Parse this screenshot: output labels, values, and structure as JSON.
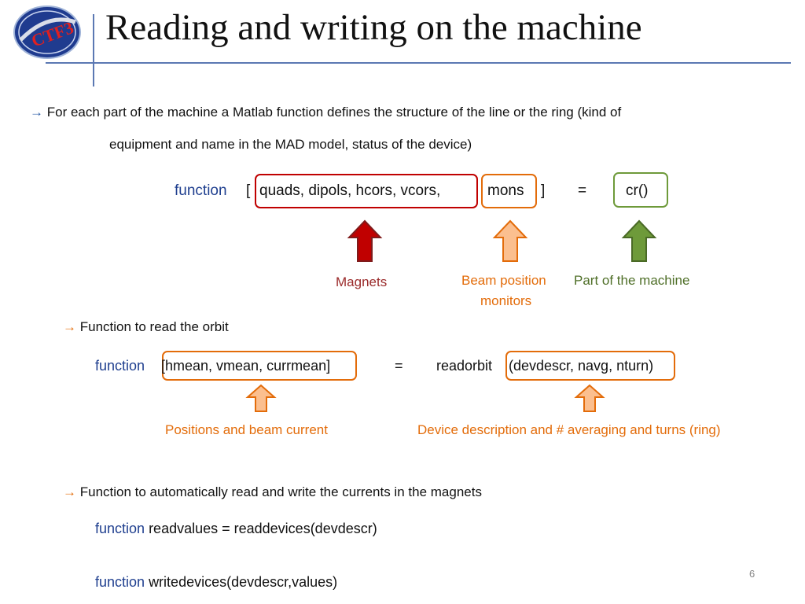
{
  "title": "Reading and writing on the machine",
  "colors": {
    "accent_blue": "#2f5fa8",
    "keyword_blue": "#1f3f8f",
    "red": "#c00000",
    "orange": "#e36c0a",
    "green": "#6e9a3a"
  },
  "logo": {
    "icon": "ctf3-logo-icon",
    "text": "CTF3"
  },
  "intro": {
    "bullet": "→",
    "line1": "For each part of the machine a Matlab function defines the structure of the line or the ring (kind of",
    "line2": "equipment and name in the MAD model, status of the device)"
  },
  "cr_function": {
    "keyword": "function",
    "open_bracket": "[",
    "magnets_args": "quads, dipols, hcors, vcors,",
    "monitors_arg": "mons",
    "close_bracket": "]",
    "equals": "=",
    "call": "cr()"
  },
  "cr_labels": {
    "magnets": "Magnets",
    "bpm_line1": "Beam position",
    "bpm_line2": "monitors",
    "machine_part": "Part of the machine"
  },
  "read_orbit": {
    "bullet": "→",
    "heading": "Function to read the orbit",
    "keyword": "function",
    "outputs": "[hmean, vmean, currmean]",
    "equals": "=",
    "fname": "readorbit",
    "args": "(devdescr, navg, nturn)",
    "label_left": "Positions and beam current",
    "label_right": "Device description and # averaging and turns (ring)"
  },
  "auto_rw": {
    "bullet": "→",
    "heading": "Function to automatically read and write the currents in the magnets",
    "line1_keyword": "function",
    "line1_rest": "readvalues = readdevices(devdescr)",
    "line2_keyword": "function",
    "line2_rest": "writedevices(devdescr,values)"
  },
  "page_number": "6"
}
